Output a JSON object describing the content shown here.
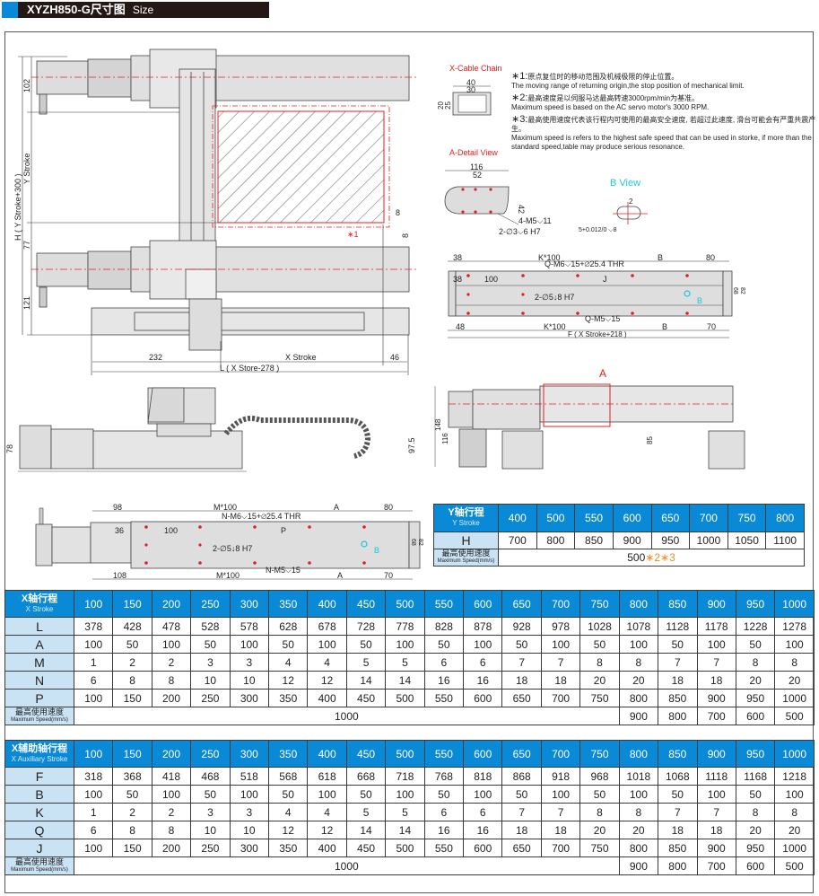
{
  "header": {
    "title": "XYZH850-G尺寸图",
    "subtitle": "Size"
  },
  "colors": {
    "accent": "#0a8ad6",
    "label_bg": "#c9e2f4",
    "dim_red": "#e02020",
    "highlight": "#f08c1e",
    "cyan": "#19c8d8"
  },
  "notes": [
    {
      "mark": "∗1:",
      "cn": "原点复位时的移动范围及机械极限的停止位置。",
      "en": "The moving range of returning origin,the stop position of mechanical limit."
    },
    {
      "mark": "∗2:",
      "cn": "最高速度是以伺服马达最高转速3000rpm/min为基准。",
      "en": "Maximum speed is based on the AC servo motor's 3000 RPM."
    },
    {
      "mark": "∗3:",
      "cn": "最高使用速度代表该行程内可使用的最高安全速度, 若超过此速度, 滑台可能会有严重共震产生。",
      "en": "Maximum speed is refers to the highest safe speed that can be used in storke, if more than the standard speed,table may produce serious resonance."
    }
  ],
  "top_view": {
    "dim_102": "102",
    "y_stroke": "Y Stroke",
    "h_label": "H ( Y Stroke+300 )",
    "dim_77": "77",
    "dim_121": "121",
    "dim_232": "232",
    "x_stroke": "X Stroke",
    "dim_46": "46",
    "l_label": "L ( X Store-278 )",
    "dim_8a": "8",
    "dim_8b": "8",
    "note1": "∗1"
  },
  "cable_chain": {
    "title": "X-Cable Chain",
    "w40": "40",
    "w30": "30",
    "h20": "20",
    "h25": "25"
  },
  "a_detail": {
    "title": "A-Detail View",
    "w116": "116",
    "w52": "52",
    "h42": "42",
    "holes1": "4-M5⌵11",
    "holes2": "2-∅3⌵6 H7"
  },
  "b_view": {
    "title": "B View",
    "w2": "2",
    "tol": "5+0.012/0 ⌵8"
  },
  "aux_plan": {
    "d38": "38",
    "k100": "K*100",
    "b": "B",
    "d80": "80",
    "q_m6": "Q-M6⌵15+∅25.4 THR",
    "d38b": "38",
    "d100": "100",
    "j": "J",
    "pin": "2-∅5↓8 H7",
    "b_mark": "B",
    "h68": "68",
    "h82": "82",
    "d48": "48",
    "k100b": "K*100",
    "q_m5": "Q-M5⌵15",
    "bb": "B",
    "d70": "70",
    "f_label": "F ( X Stroke+218 )"
  },
  "side_view": {
    "h78": "78",
    "h97": "97.5"
  },
  "end_view": {
    "a_mark": "A",
    "h148": "148",
    "h116": "116",
    "h85": "85"
  },
  "x_plan": {
    "d98": "98",
    "m100": "M*100",
    "a": "A",
    "d80": "80",
    "n_m6": "N-M6⌵15+∅25.4 THR",
    "d36": "36",
    "d100": "100",
    "p": "P",
    "pin": "2-∅5↓8 H7",
    "b_mark": "B",
    "h68": "68",
    "h82": "82",
    "d108": "108",
    "m100b": "M*100",
    "n_m5": "N-M5⌵15",
    "ab": "A",
    "d70": "70"
  },
  "y_table": {
    "label": "Y轴行程",
    "sublabel": "Y Stroke",
    "strokes": [
      "400",
      "500",
      "550",
      "600",
      "650",
      "700",
      "750",
      "800"
    ],
    "rows": [
      {
        "name": "H",
        "values": [
          "700",
          "800",
          "850",
          "900",
          "950",
          "1000",
          "1050",
          "1100"
        ]
      }
    ],
    "speed_label": "最高使用速度",
    "speed_sublabel": "Maximum Speed(mm/s)",
    "speed_value": "500",
    "speed_note": "∗2∗3"
  },
  "x_table": {
    "label": "X轴行程",
    "sublabel": "X Stroke",
    "strokes": [
      "100",
      "150",
      "200",
      "250",
      "300",
      "350",
      "400",
      "450",
      "500",
      "550",
      "600",
      "650",
      "700",
      "750",
      "800",
      "850",
      "900",
      "950",
      "1000"
    ],
    "rows": [
      {
        "name": "L",
        "values": [
          "378",
          "428",
          "478",
          "528",
          "578",
          "628",
          "678",
          "728",
          "778",
          "828",
          "878",
          "928",
          "978",
          "1028",
          "1078",
          "1128",
          "1178",
          "1228",
          "1278"
        ]
      },
      {
        "name": "A",
        "values": [
          "100",
          "50",
          "100",
          "50",
          "100",
          "50",
          "100",
          "50",
          "100",
          "50",
          "100",
          "50",
          "100",
          "50",
          "100",
          "50",
          "100",
          "50",
          "100"
        ]
      },
      {
        "name": "M",
        "values": [
          "1",
          "2",
          "2",
          "3",
          "3",
          "4",
          "4",
          "5",
          "5",
          "6",
          "6",
          "7",
          "7",
          "8",
          "8",
          "7",
          "7",
          "8",
          "8"
        ]
      },
      {
        "name": "N",
        "values": [
          "6",
          "8",
          "8",
          "10",
          "10",
          "12",
          "12",
          "14",
          "14",
          "16",
          "16",
          "18",
          "18",
          "20",
          "20",
          "18",
          "18",
          "20",
          "20"
        ]
      },
      {
        "name": "P",
        "values": [
          "100",
          "150",
          "200",
          "250",
          "300",
          "350",
          "400",
          "450",
          "500",
          "550",
          "600",
          "650",
          "700",
          "750",
          "800",
          "850",
          "900",
          "950",
          "1000"
        ]
      }
    ],
    "speed_label": "最高使用速度",
    "speed_sublabel": "Maximum Speed(mm/s)",
    "speed_common": "1000",
    "speed_values": [
      "900",
      "800",
      "700",
      "600",
      "500"
    ]
  },
  "xaux_table": {
    "label": "X辅助轴行程",
    "sublabel": "X Auxiliary Stroke",
    "strokes": [
      "100",
      "150",
      "200",
      "250",
      "300",
      "350",
      "400",
      "450",
      "500",
      "550",
      "600",
      "650",
      "700",
      "750",
      "800",
      "850",
      "900",
      "950",
      "1000"
    ],
    "rows": [
      {
        "name": "F",
        "values": [
          "318",
          "368",
          "418",
          "468",
          "518",
          "568",
          "618",
          "668",
          "718",
          "768",
          "818",
          "868",
          "918",
          "968",
          "1018",
          "1068",
          "1118",
          "1168",
          "1218"
        ]
      },
      {
        "name": "B",
        "values": [
          "100",
          "50",
          "100",
          "50",
          "100",
          "50",
          "100",
          "50",
          "100",
          "50",
          "100",
          "50",
          "100",
          "50",
          "100",
          "50",
          "100",
          "50",
          "100"
        ]
      },
      {
        "name": "K",
        "values": [
          "1",
          "2",
          "2",
          "3",
          "3",
          "4",
          "4",
          "5",
          "5",
          "6",
          "6",
          "7",
          "7",
          "8",
          "8",
          "7",
          "7",
          "8",
          "8"
        ]
      },
      {
        "name": "Q",
        "values": [
          "6",
          "8",
          "8",
          "10",
          "10",
          "12",
          "12",
          "14",
          "14",
          "16",
          "16",
          "18",
          "18",
          "20",
          "20",
          "18",
          "18",
          "20",
          "20"
        ]
      },
      {
        "name": "J",
        "values": [
          "100",
          "150",
          "200",
          "250",
          "300",
          "350",
          "400",
          "450",
          "500",
          "550",
          "600",
          "650",
          "700",
          "750",
          "800",
          "850",
          "900",
          "950",
          "1000"
        ]
      }
    ],
    "speed_label": "最高使用速度",
    "speed_sublabel": "Maximum Speed(mm/s)",
    "speed_common": "1000",
    "speed_values": [
      "900",
      "800",
      "700",
      "600",
      "500"
    ]
  }
}
